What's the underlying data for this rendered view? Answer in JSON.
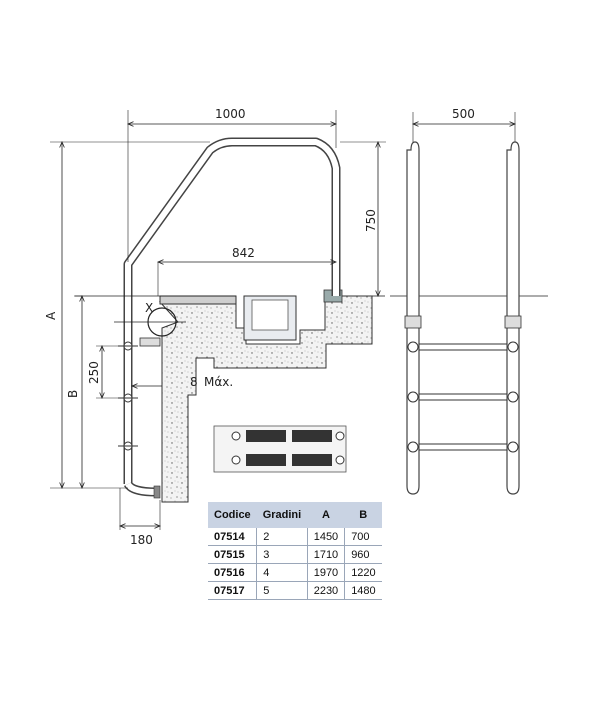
{
  "dimensions": {
    "width_top": "1000",
    "width_front": "500",
    "height_top": "750",
    "inner_width": "842",
    "step_spacing": "250",
    "max_gap": "8",
    "max_label": "Mάx.",
    "base_offset": "180",
    "label_a": "A",
    "label_b": "B",
    "detail_x": "X"
  },
  "table": {
    "headers": [
      "Codice",
      "Gradini",
      "A",
      "B"
    ],
    "rows": [
      [
        "07514",
        "2",
        "1450",
        "700"
      ],
      [
        "07515",
        "3",
        "1710",
        "960"
      ],
      [
        "07516",
        "4",
        "1970",
        "1220"
      ],
      [
        "07517",
        "5",
        "2230",
        "1480"
      ]
    ]
  }
}
